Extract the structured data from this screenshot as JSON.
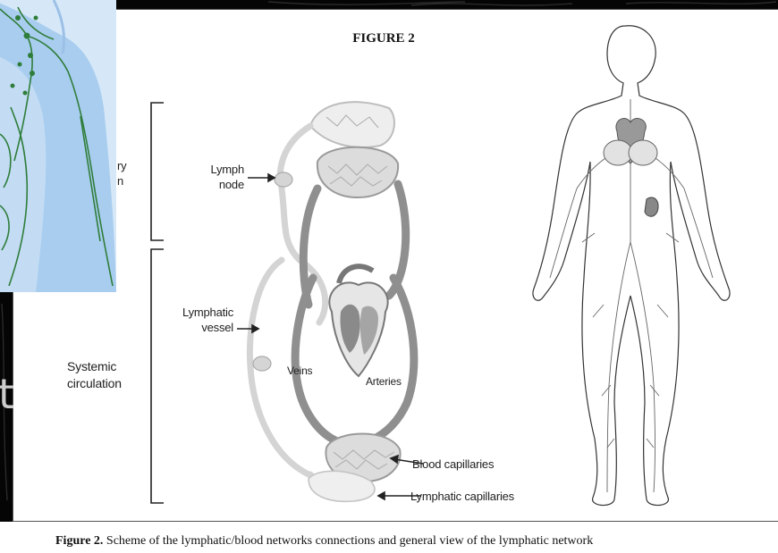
{
  "figure": {
    "heading": "FIGURE 2",
    "labels": {
      "lymph_node": [
        "Lymph",
        "node"
      ],
      "lymphatic_vessel": [
        "Lymphatic",
        "vessel"
      ],
      "systemic_circulation": [
        "Systemic",
        "circulation"
      ],
      "veins": "Veins",
      "arteries": "Arteries",
      "blood_capillaries": "Blood capillaries",
      "lymphatic_capillaries": "Lymphatic capillaries"
    },
    "partial_labels": [
      "ry",
      "n"
    ]
  },
  "caption": {
    "label": "Figure 2.",
    "text": " Scheme of the lymphatic/blood networks connections and general view of the lymphatic network"
  },
  "stray_glyph": "t",
  "colors": {
    "vessel_light": "#d9d9d9",
    "vessel_dark": "#8c8c8c",
    "overlay_skin": "#bcd8f3",
    "overlay_nodes": "#2f7d3a"
  }
}
